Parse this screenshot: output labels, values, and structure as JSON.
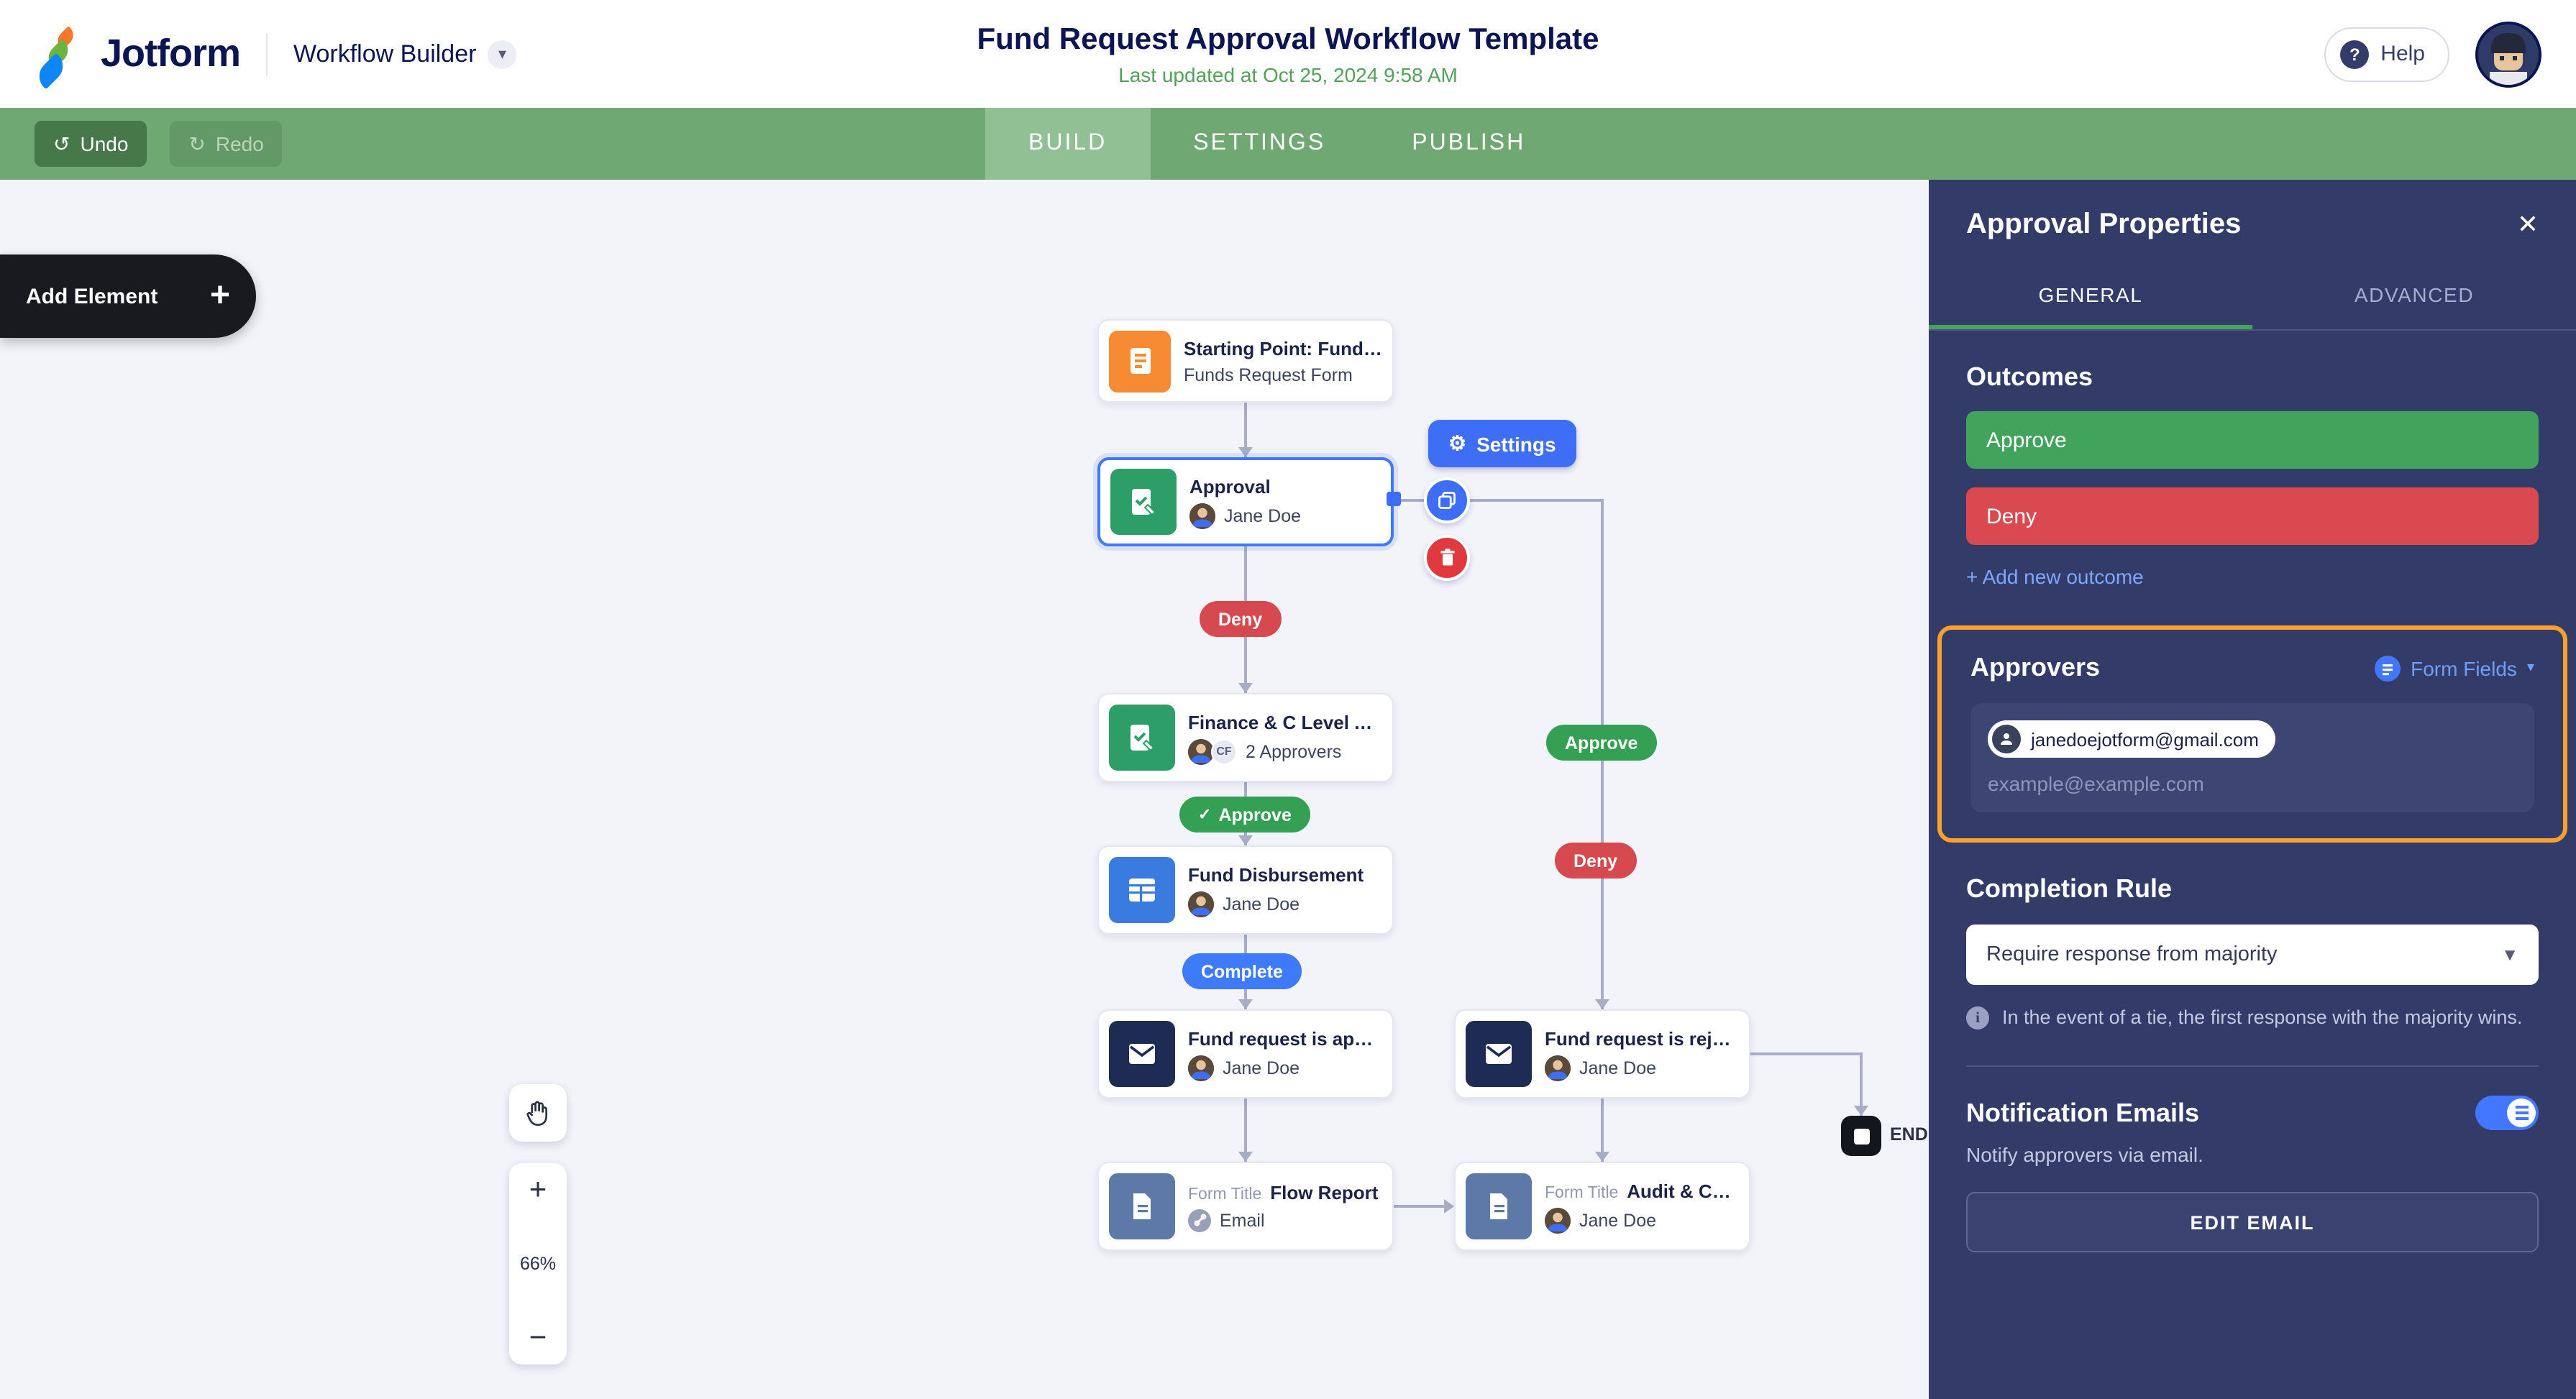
{
  "header": {
    "logo_text": "Jotform",
    "workspace_label": "Workflow Builder",
    "title": "Fund Request Approval Workflow Template",
    "subtitle": "Last updated at Oct 25, 2024 9:58 AM",
    "help_label": "Help"
  },
  "toolbar": {
    "undo_label": "Undo",
    "redo_label": "Redo",
    "tabs": [
      {
        "label": "BUILD",
        "active": true
      },
      {
        "label": "SETTINGS",
        "active": false
      },
      {
        "label": "PUBLISH",
        "active": false
      }
    ]
  },
  "canvas": {
    "add_element_label": "Add Element",
    "zoom_level": "66%",
    "end_label": "END",
    "settings_label": "Settings",
    "nodes": {
      "start": {
        "title": "Starting Point: Fund Request ...",
        "subtitle": "Funds Request Form"
      },
      "approval": {
        "title": "Approval",
        "subtitle": "Jane Doe"
      },
      "finance": {
        "title": "Finance & C Level Approve &...",
        "subtitle": "2 Approvers",
        "badge": "CF"
      },
      "disbursement": {
        "title": "Fund Disbursement",
        "subtitle": "Jane Doe"
      },
      "approved_email": {
        "title": "Fund request is approved.",
        "subtitle": "Jane Doe"
      },
      "rejected_email": {
        "title": "Fund request is rejected.",
        "subtitle": "Jane Doe"
      },
      "flow_report": {
        "prefix": "Form Title",
        "title": "Flow Report",
        "subtitle": "Email"
      },
      "audit": {
        "prefix": "Form Title",
        "title": "Audit & Compli...",
        "subtitle": "Jane Doe"
      }
    },
    "pills": {
      "deny_top": "Deny",
      "approve_left": "Approve",
      "complete": "Complete",
      "approve_right": "Approve",
      "deny_right": "Deny"
    }
  },
  "panel": {
    "title": "Approval Properties",
    "tabs": [
      {
        "label": "GENERAL",
        "active": true
      },
      {
        "label": "ADVANCED",
        "active": false
      }
    ],
    "outcomes": {
      "label": "Outcomes",
      "items": [
        {
          "label": "Approve",
          "color": "#41A35C"
        },
        {
          "label": "Deny",
          "color": "#D9494F"
        }
      ],
      "add_label": "+ Add new outcome"
    },
    "approvers": {
      "label": "Approvers",
      "form_fields_label": "Form Fields",
      "chip_email": "janedoejotform@gmail.com",
      "placeholder": "example@example.com",
      "highlight_color": "#F9A12C"
    },
    "completion_rule": {
      "label": "Completion Rule",
      "selected": "Require response from majority",
      "info": "In the event of a tie, the first response with the majority wins."
    },
    "notification_emails": {
      "label": "Notification Emails",
      "toggle_on": true,
      "description": "Notify approvers via email.",
      "edit_button_label": "EDIT EMAIL"
    }
  },
  "colors": {
    "toolbar_green": "#6FA873",
    "active_tab_green": "#92C095",
    "panel_navy": "#333C68",
    "accent_blue": "#4277FF",
    "approve_green": "#41A35C",
    "deny_red": "#D9494F",
    "canvas_bg": "#F3F3FA"
  }
}
